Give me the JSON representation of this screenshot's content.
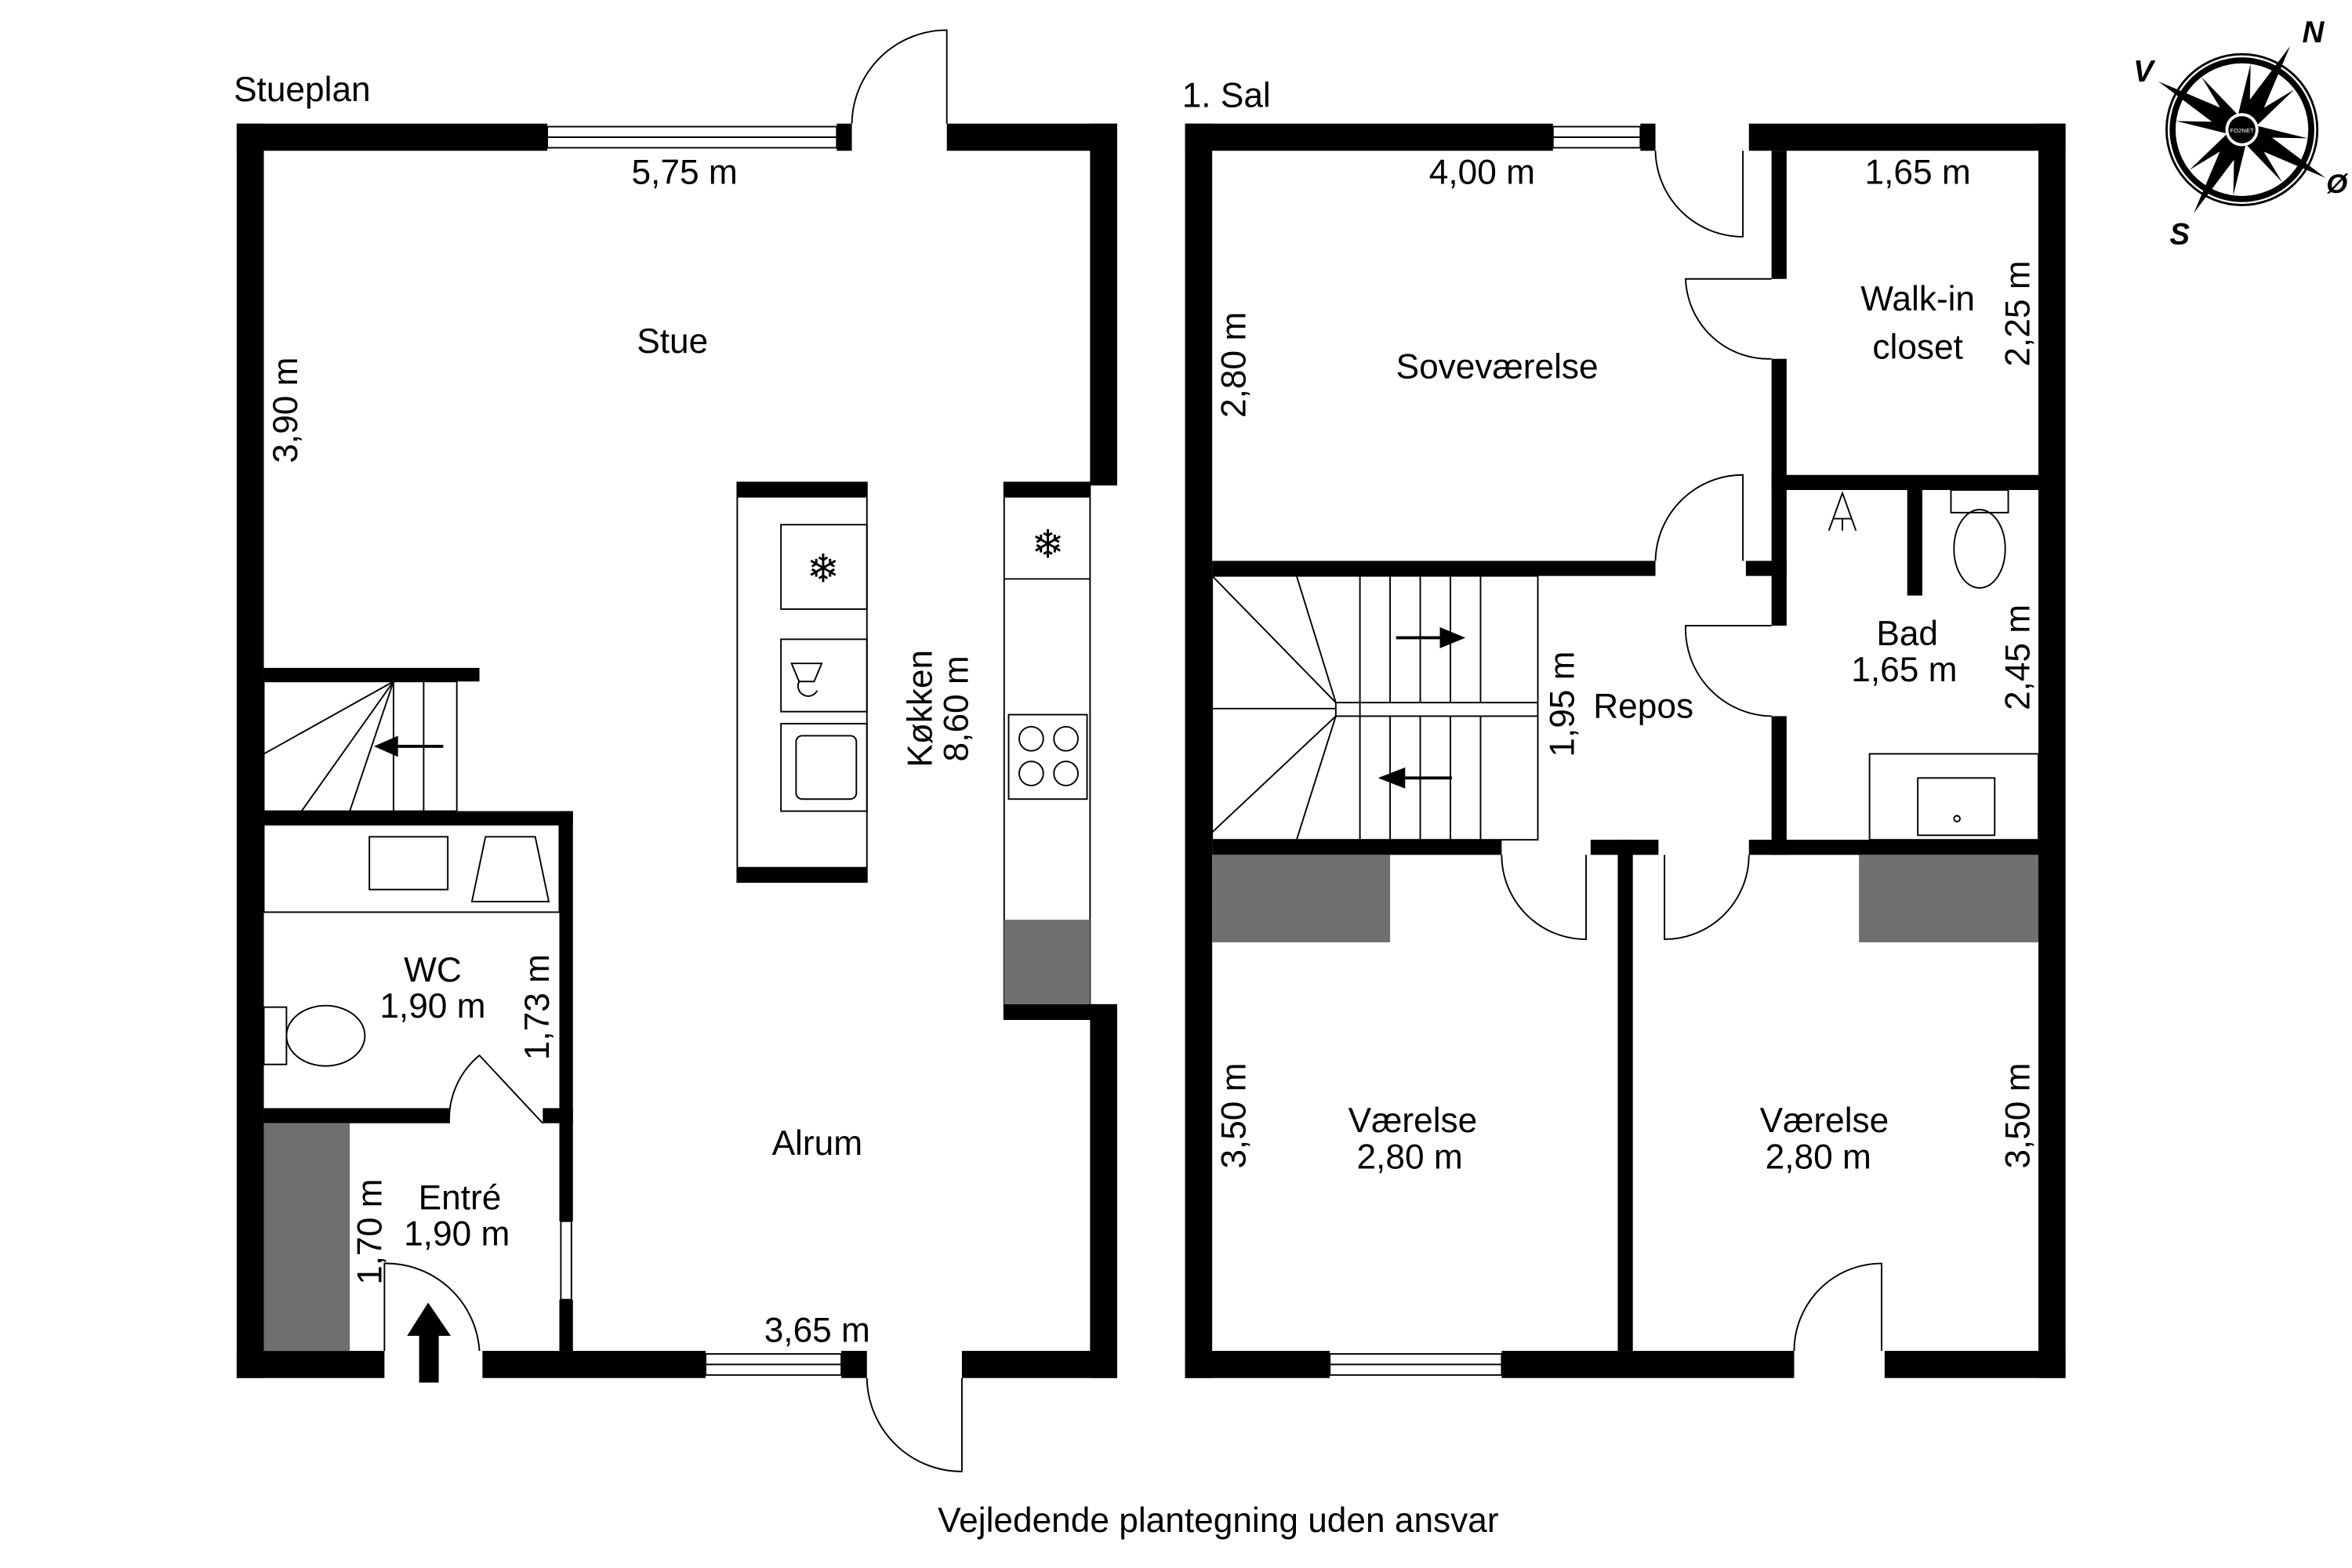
{
  "floors": {
    "ground": {
      "title": "Stueplan",
      "rooms": {
        "stue": "Stue",
        "kokken": "Køkken",
        "kokken_dim": "8,60 m",
        "alrum": "Alrum",
        "wc": "WC",
        "wc_dim": "1,90 m",
        "entre": "Entré",
        "entre_dim": "1,90 m"
      },
      "dimensions": {
        "top": "5,75 m",
        "left": "3,90 m",
        "wc_side": "1,73 m",
        "entre_side": "1,70 m",
        "bottom": "3,65 m"
      }
    },
    "first": {
      "title": "1. Sal",
      "rooms": {
        "sovevaerelse": "Soveværelse",
        "walkin_1": "Walk-in",
        "walkin_2": "closet",
        "repos": "Repos",
        "bad": "Bad",
        "bad_dim": "1,65 m",
        "vaerelse1": "Værelse",
        "vaerelse1_dim": "2,80 m",
        "vaerelse2": "Værelse",
        "vaerelse2_dim": "2,80 m"
      },
      "dimensions": {
        "sove_top": "4,00 m",
        "sove_left": "2,80 m",
        "walkin_top": "1,65 m",
        "walkin_side": "2,25 m",
        "bad_side": "2,45 m",
        "repos_side": "1,95 m",
        "v1_side": "3,50 m",
        "v2_side": "3,50 m"
      }
    }
  },
  "compass": {
    "n": "N",
    "s": "S",
    "e": "Ø",
    "w": "V",
    "logo": "FO2NET"
  },
  "footer": "Vejledende plantegning uden ansvar",
  "colors": {
    "wall": "#000000",
    "cabinet": "#6f6f6f"
  }
}
